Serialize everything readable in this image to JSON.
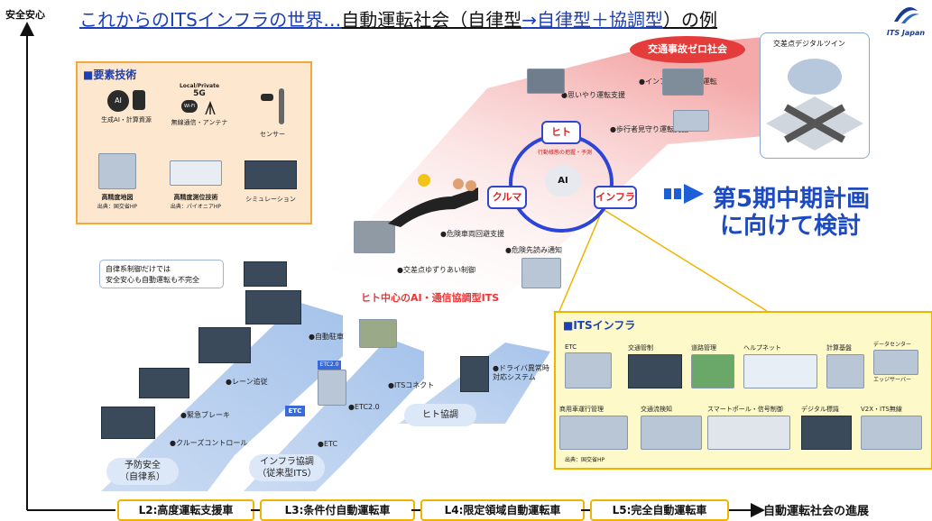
{
  "title_blue": "これからのITSインフラの世界…",
  "title_black1": "自動運転社会（自律型",
  "title_arrow": "→自律型＋協調型",
  "title_black2": "）の例",
  "y_axis_label": "安全安心",
  "x_axis_label": "自動運転社会の進展",
  "logo_text": "ITS Japan",
  "levels": [
    "L2:高度運転支援車",
    "L3:条件付自動運転車",
    "L4:限定領域自動運転車",
    "L5:完全自動運転車"
  ],
  "goal": "交通事故ゼロ社会",
  "digital_twin": "交差点デジタルツイン",
  "plan": {
    "line1": "第5期中期計画",
    "line2": "に向けて検討"
  },
  "cycle": {
    "hito": "ヒト",
    "kuruma": "クルマ",
    "infra": "インフラ",
    "ai": "AI",
    "predict": "行動様態の把握・予測"
  },
  "central_label": "ヒト中心のAI・通信協調型ITS",
  "note": "自律系制御だけでは\n安全安心も自動運転も不完全",
  "stairs": [
    {
      "label": "予防安全\n（自律系）"
    },
    {
      "label": "インフラ協調\n（従来型ITS）"
    },
    {
      "label": "ヒト協調"
    }
  ],
  "features": [
    "●クルーズコントロール",
    "●緊急ブレーキ",
    "●レーン追従",
    "●自動駐車",
    "●ETC",
    "●ETC2.0",
    "●ITSコネクト",
    "●ドライバ異常時\n対応システム",
    "●交差点ゆずりあい制御",
    "●危険車両回避支援",
    "●危険先読み通知",
    "●思いやり運転支援",
    "●インフラ協調自動運転",
    "●歩行者見守り運転支援"
  ],
  "etc_signs": [
    "ETC",
    "ETC2.0",
    "ETC"
  ],
  "element_tech": {
    "title": "■要素技術",
    "items": [
      "生成AI・計算資源",
      "無線通信・アンテナ",
      "センサー",
      "高精度地図",
      "高精度測位技術",
      "シミュレーション"
    ],
    "sources": [
      "出典：国交省HP",
      "出典：パイオニアHP"
    ],
    "icon_texts": [
      "AI",
      "Local/Private",
      "5G",
      "Wi-Fi"
    ]
  },
  "its_infra": {
    "title": "■ITSインフラ",
    "items": [
      "ETC",
      "交通管制",
      "道路管理",
      "ヘルプネット",
      "計算基盤",
      "データセンター",
      "商用車運行管理",
      "交通流検知",
      "スマートポール・信号制御",
      "デジタル標識",
      "V2X・ITS無線"
    ],
    "sub_labels": [
      "エッジサーバー"
    ],
    "source": "出典：国交省HP"
  }
}
